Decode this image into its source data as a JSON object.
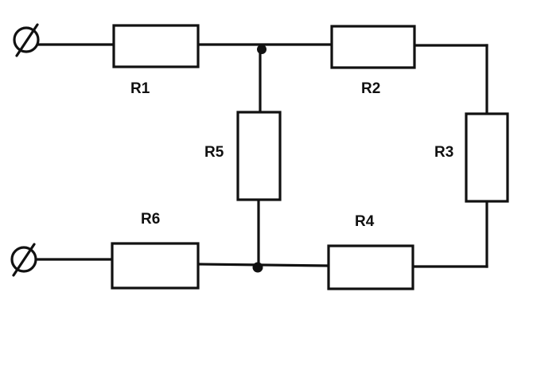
{
  "resistors": [
    {
      "id": "r1",
      "label": "R1"
    },
    {
      "id": "r2",
      "label": "R2"
    },
    {
      "id": "r3",
      "label": "R3"
    },
    {
      "id": "r4",
      "label": "R4"
    },
    {
      "id": "r5",
      "label": "R5"
    },
    {
      "id": "r6",
      "label": "R6"
    }
  ],
  "colors": {
    "line": "#111111",
    "background": "#ffffff"
  }
}
